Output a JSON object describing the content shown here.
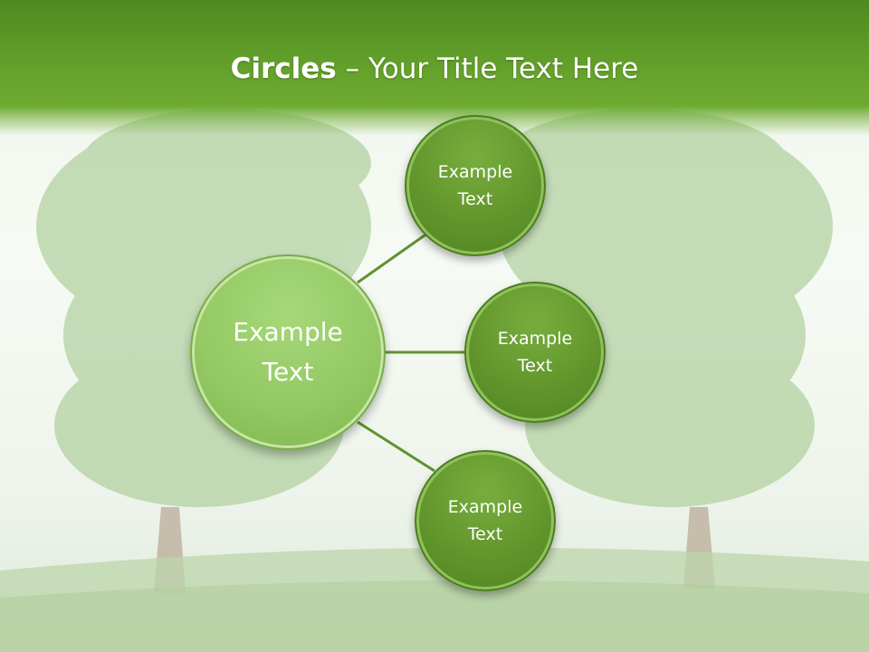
{
  "slide": {
    "title_bold": "Circles",
    "title_rest": " – Your Title Text Here"
  },
  "diagram": {
    "center": {
      "label": "Example Text"
    },
    "satellites": [
      {
        "label": "Example Text"
      },
      {
        "label": "Example Text"
      },
      {
        "label": "Example Text"
      }
    ]
  },
  "colors": {
    "header": "#5f9c29",
    "center_circle": "#94c964",
    "satellite_circle": "#62962c",
    "connector": "#5f9230"
  }
}
